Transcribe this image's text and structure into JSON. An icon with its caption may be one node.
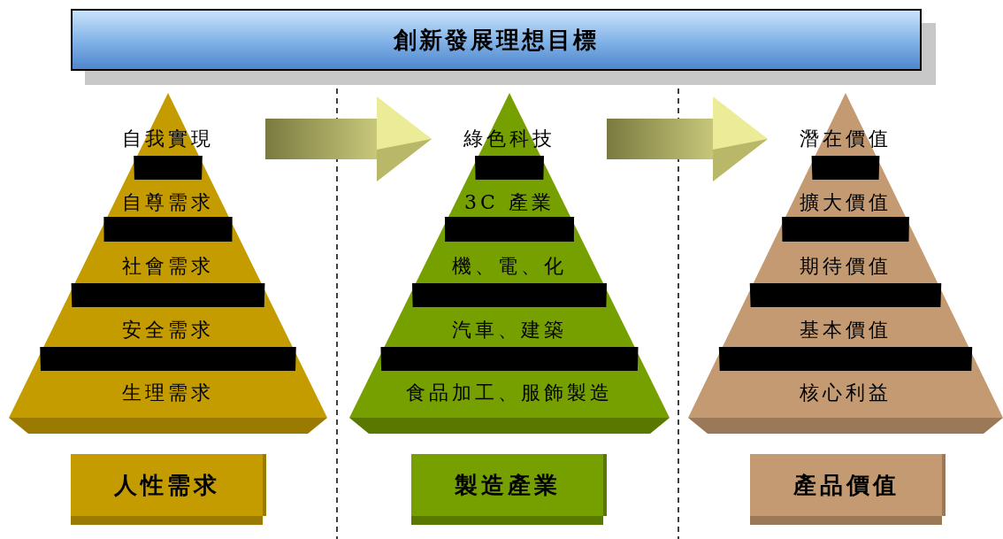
{
  "diagram": {
    "title": "創新發展理想目標",
    "nodes": [
      {
        "text": [],
        "shape": "triangle"
      },
      {
        "text": [
          "自我實現"
        ],
        "in": 0
      },
      {
        "text": [
          "自尊需求"
        ],
        "in": 0
      },
      {
        "text": [
          "社會需求"
        ],
        "in": 0
      },
      {
        "text": [
          "安全需求"
        ],
        "in": 0
      },
      {
        "text": [
          "生理需求"
        ],
        "in": 0
      },
      {
        "text": [],
        "shape": "triangle"
      },
      {
        "text": [
          "綠色科技"
        ],
        "in": 6
      },
      {
        "text": [
          "3C 產業"
        ],
        "in": 6
      },
      {
        "text": [
          "機、電、化"
        ],
        "in": 6
      },
      {
        "text": [
          "汽車、建築"
        ],
        "in": 6
      },
      {
        "text": [
          "食品加工、服飾製造"
        ],
        "in": 6
      },
      {
        "text": [],
        "shape": "triangle"
      },
      {
        "text": [
          "潛在價值"
        ],
        "in": 12
      },
      {
        "text": [
          "擴大價值"
        ],
        "in": 12
      },
      {
        "text": [
          "期待價值"
        ],
        "in": 12
      },
      {
        "text": [
          "基本價值"
        ],
        "in": 12
      },
      {
        "text": [
          "核心利益"
        ],
        "in": 12
      },
      {
        "text": [
          "人性需求"
        ]
      },
      {
        "text": [
          "製造產業"
        ]
      },
      {
        "text": [
          "產品價值"
        ]
      }
    ],
    "edges": [
      {
        "from": 1,
        "to": 7,
        "arrow": "to",
        "style": "thick"
      },
      {
        "from": 7,
        "to": 13,
        "arrow": "to",
        "style": "thick"
      }
    ]
  }
}
